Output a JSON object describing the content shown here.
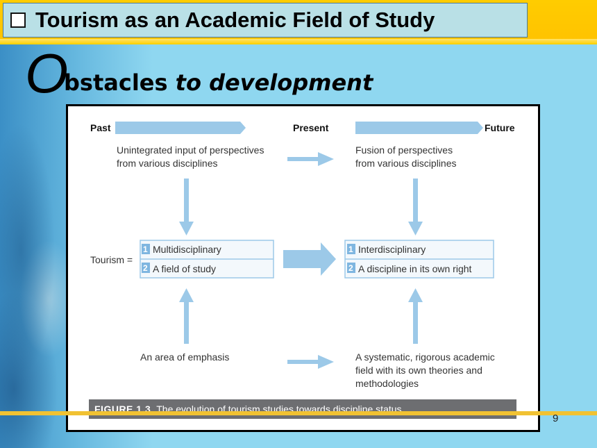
{
  "slide": {
    "header_title": "Tourism as an Academic Field of Study",
    "heading_dropcap": "O",
    "heading_bold": "bstacles",
    "heading_italic": "to development",
    "page_number": "9"
  },
  "figure": {
    "timeline": {
      "past": "Past",
      "present": "Present",
      "future": "Future"
    },
    "left_top": [
      "Unintegrated input of perspectives",
      "from various disciplines"
    ],
    "right_top": [
      "Fusion of perspectives",
      "from various disciplines"
    ],
    "tourism_label": "Tourism =",
    "left_box": [
      {
        "num": "1",
        "text": "Multidisciplinary"
      },
      {
        "num": "2",
        "text": "A field of study"
      }
    ],
    "right_box": [
      {
        "num": "1",
        "text": "Interdisciplinary"
      },
      {
        "num": "2",
        "text": "A discipline in its own right"
      }
    ],
    "left_bottom": [
      "An area of emphasis"
    ],
    "right_bottom": [
      "A systematic, rigorous academic",
      "field with its own theories and",
      "methodologies"
    ],
    "caption_label": "FIGURE 1.3",
    "caption_text": "The evolution of tourism studies towards discipline status"
  },
  "colors": {
    "arrow": "#9cc9e8",
    "box_border": "#9cc9e8",
    "num_badge": "#7fb6e0",
    "caption_bg": "#6d6e71",
    "gold": "#ffc800"
  }
}
